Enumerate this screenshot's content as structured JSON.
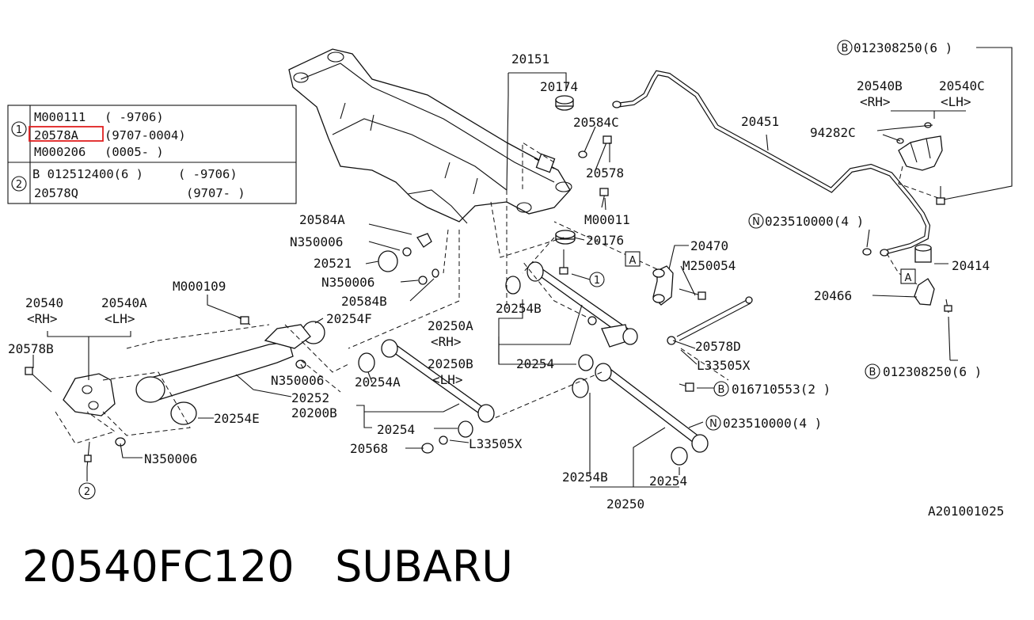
{
  "table": {
    "rows": [
      {
        "index": "1",
        "lines": [
          {
            "part": "M000111",
            "range": "(        -9706)"
          },
          {
            "part": "20578A",
            "range": "(9707-0004)",
            "highlighted": true
          },
          {
            "part": "M000206",
            "range": "(0005-      )"
          }
        ]
      },
      {
        "index": "2",
        "lines": [
          {
            "part": "B 012512400(6 )",
            "range": "(      -9706)"
          },
          {
            "part": "20578Q",
            "range": "(9707-      )"
          }
        ]
      }
    ]
  },
  "labels": {
    "p20151": "20151",
    "p20174": "20174",
    "p20584C": "20584C",
    "p20578": "20578",
    "p20451": "20451",
    "bolt_top": "012308250(6  )",
    "p20540B": "20540B",
    "p20540B_side": "<RH>",
    "p20540C": "20540C",
    "p20540C_side": "<LH>",
    "p94282C": "94282C",
    "pM00011": "M00011",
    "pN023_top": "023510000(4  )",
    "p20414": "20414",
    "p20584A": "20584A",
    "pN350006_a": "N350006",
    "p20176": "20176",
    "p20470": "20470",
    "pM250054": "M250054",
    "p20521": "20521",
    "pN350006_b": "N350006",
    "p20466": "20466",
    "p20584B": "20584B",
    "p20254B_a": "20254B",
    "pM000109": "M000109",
    "p20540": "20540",
    "p20540_side": "<RH>",
    "p20540A": "20540A",
    "p20540A_side": "<LH>",
    "p20254F": "20254F",
    "p20250A": "20250A",
    "p20250A_side": "<RH>",
    "p20578D": "20578D",
    "p20578B": "20578B",
    "pL33505X_a": "L33505X",
    "p20250B": "20250B",
    "p20254_a": "20254",
    "pN350006_c": "N350006",
    "p20250B_side": "<LH>",
    "p20254A": "20254A",
    "bolt_right": "012308250(6  )",
    "bolt_mid": "016710553(2  )",
    "p20252": "20252",
    "p20200B": "20200B",
    "p20254E": "20254E",
    "pN023_bot": "023510000(4  )",
    "p20254_b": "20254",
    "pL33505X_b": "L33505X",
    "p20568": "20568",
    "pN350006_d": "N350006",
    "p20254B_b": "20254B",
    "p20254_c": "20254",
    "p20250": "20250",
    "markerA": "A",
    "markerB": "B",
    "markerN": "N",
    "ref1": "1",
    "ref2": "2"
  },
  "refcode": "A201001025",
  "caption": "20540FC120   SUBARU"
}
